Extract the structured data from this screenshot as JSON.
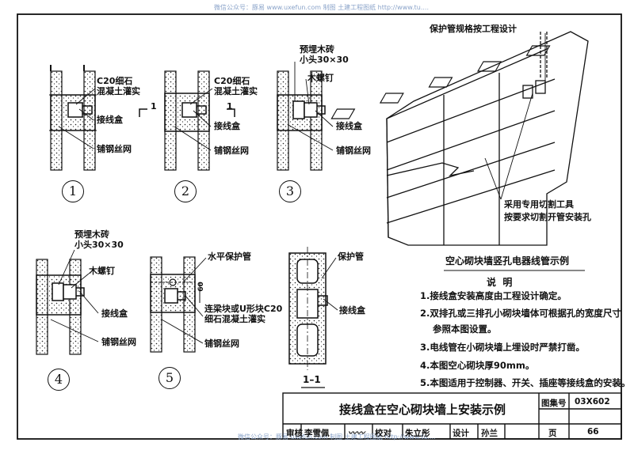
{
  "watermark": {
    "top": "微信公众号：豚易 www.uxefun.com 制图 土建工程图纸 http://www.tu....",
    "bottom": "微信公众号：豚易 uxefun.com 制图 土建工程图纸 http://www.tu...."
  },
  "details": [
    {
      "number": "1",
      "labels": {
        "concrete": "C20细石\n混凝土灌实",
        "box": "接线盒",
        "mesh": "铺钢丝网"
      }
    },
    {
      "number": "2",
      "labels": {
        "concrete": "C20细石\n混凝土灌实",
        "box": "接线盒",
        "mesh": "铺钢丝网",
        "section": "1"
      }
    },
    {
      "number": "3",
      "labels": {
        "brick": "预埋木砖\n小头30×30",
        "screw": "木螺钉",
        "box": "接线盒",
        "mesh": "铺钢丝网"
      }
    },
    {
      "number": "4",
      "labels": {
        "brick": "预埋木砖\n小头30×30",
        "screw": "木螺钉",
        "box": "接线盒",
        "mesh": "铺钢丝网"
      }
    },
    {
      "number": "5",
      "labels": {
        "pipe": "水平保护管",
        "dim": "60",
        "beam": "连梁块或U形块C20\n细石混凝土灌实",
        "mesh": "铺钢丝网"
      }
    }
  ],
  "section_view": {
    "title": "1–1",
    "pipe": "保护管",
    "box": "接线盒"
  },
  "iso_view": {
    "pipe_note": "保护管规格按工程设计",
    "cut_note_1": "采用专用切割工具",
    "cut_note_2": "按要求切割开管安装孔",
    "caption": "空心砌块墙竖孔电器线管示例"
  },
  "notes": {
    "title": "说  明",
    "items": [
      "1.接线盒安装高度由工程设计确定。",
      "2.双排孔或三排孔小砌块墙体可根据孔的宽度尺寸",
      "参照本图设置。",
      "3.电线管在小砌块墙上埋设时严禁打凿。",
      "4.本图空心砌块厚90mm。",
      "5.本图适用于控制器、开关、插座等接线盒的安装。"
    ]
  },
  "title_block": {
    "title": "接线盒在空心砌块墙上安装示例",
    "atlas_label": "图集号",
    "atlas_no": "03X602",
    "review_label": "审核",
    "reviewer": "李雪佩",
    "check_label": "校对",
    "checker": "朱立彤",
    "design_label": "设计",
    "designer": "孙兰",
    "page_label": "页",
    "page_no": "66"
  }
}
